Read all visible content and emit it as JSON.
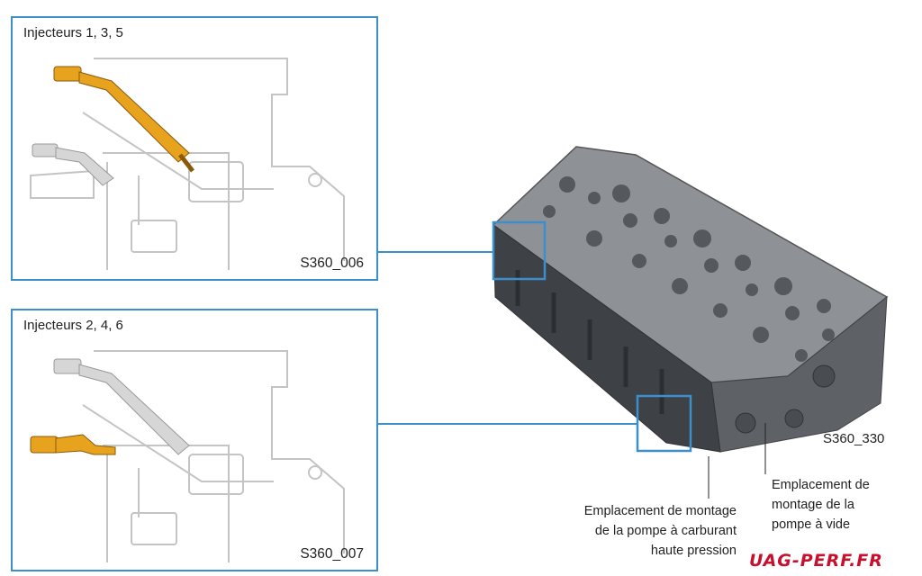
{
  "panels": [
    {
      "title": "Injecteurs 1, 3, 5",
      "code": "S360_006"
    },
    {
      "title": "Injecteurs 2, 4, 6",
      "code": "S360_007"
    }
  ],
  "head_code": "S360_330",
  "callouts": {
    "pump_lines": [
      "Emplacement de montage",
      "de la pompe à carburant",
      "haute pression"
    ],
    "vacuum_lines": [
      "Emplacement de",
      "montage de la",
      "pompe à vide"
    ]
  },
  "brand": "UAG-PERF.FR",
  "colors": {
    "frame": "#3d8fcc",
    "injector": "#e8a31e",
    "outline": "#c4c4c4",
    "head_dark": "#4a4d52",
    "head_top": "#8e9196",
    "brand": "#c8102e"
  }
}
